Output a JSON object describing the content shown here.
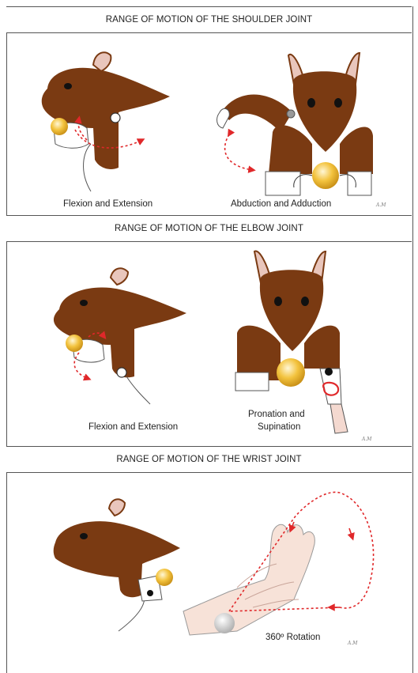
{
  "sections": [
    {
      "title": "RANGE OF MOTION OF THE SHOULDER JOINT",
      "captions": [
        "Flexion and Extension",
        "Abduction and Adduction"
      ]
    },
    {
      "title": "RANGE OF MOTION OF THE ELBOW JOINT",
      "captions": [
        "Flexion and Extension",
        "Pronation and",
        "Supination"
      ]
    },
    {
      "title": "RANGE OF MOTION OF THE WRIST JOINT",
      "captions": [
        "360º Rotation"
      ]
    }
  ],
  "initials": "A.M",
  "colors": {
    "fur": "#7a3a12",
    "fur_shadow": "#5e2b0c",
    "ear_inner": "#e9c6bc",
    "arrow": "#e0282a",
    "ball": "#f3c33e",
    "glove": "#ffffff",
    "outline": "#333333"
  }
}
